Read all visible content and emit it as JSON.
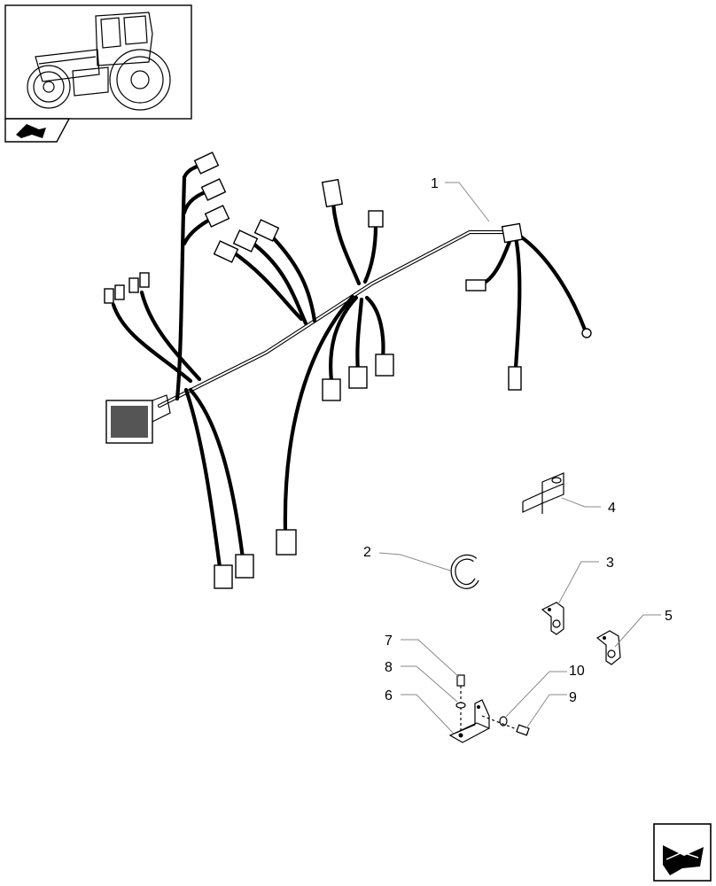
{
  "callouts": [
    "1",
    "2",
    "3",
    "4",
    "5",
    "6",
    "7",
    "8",
    "9",
    "10"
  ],
  "icons": {
    "thumbnail": "tractor-thumbnail-icon",
    "thumbnail_tab": "page-back-arrow-icon",
    "nav": "next-page-arrow-icon"
  }
}
